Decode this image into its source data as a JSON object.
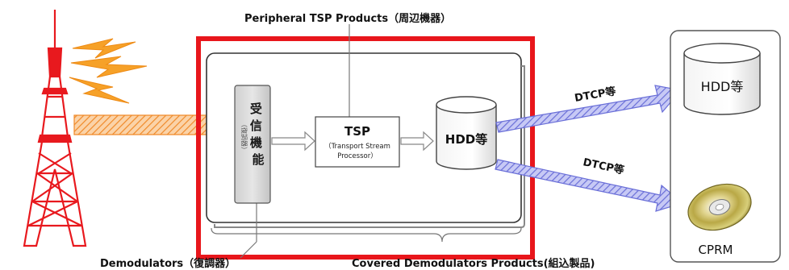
{
  "labels": {
    "peripheral": "Peripheral TSP Products（周辺機器）",
    "demodulators": "Demodulators（復調器）",
    "covered": "Covered Demodulators Products(組込製品)"
  },
  "receiver": {
    "main": "受信機能",
    "sub": "（復調器）"
  },
  "tsp": {
    "title": "TSP",
    "line1": "（Transport Stream",
    "line2": "Processor）"
  },
  "hdd_inner": "HDD等",
  "hdd_outer": "HDD等",
  "cprm": "CPRM",
  "dtcp_top": "DTCP等",
  "dtcp_bottom": "DTCP等",
  "colors": {
    "red_frame": "#e8161b",
    "tower": "#e8191e",
    "lightning": "#f6a128",
    "signal_arrow": "#f5a85e",
    "dtcp_arrow": "#8f93e8",
    "cylinder_top": "#ffffff",
    "cylinder_body": "#e9e9e9"
  }
}
